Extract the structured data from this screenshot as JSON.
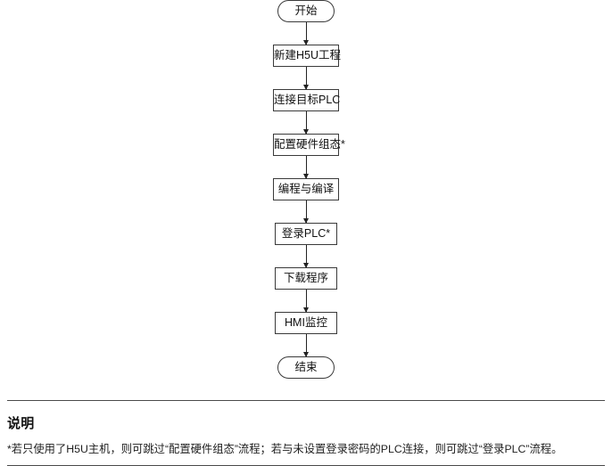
{
  "flowchart": {
    "type": "flowchart",
    "orientation": "vertical",
    "nodes": [
      {
        "id": "start",
        "shape": "terminal",
        "label": "开始"
      },
      {
        "id": "new-proj",
        "shape": "process",
        "label": "新建H5U工程"
      },
      {
        "id": "connect",
        "shape": "process",
        "label": "连接目标PLC"
      },
      {
        "id": "hw-config",
        "shape": "process",
        "label": "配置硬件组态*"
      },
      {
        "id": "program",
        "shape": "process",
        "label": "编程与编译"
      },
      {
        "id": "login",
        "shape": "process",
        "label": "登录PLC*"
      },
      {
        "id": "download",
        "shape": "process",
        "label": "下载程序"
      },
      {
        "id": "hmi",
        "shape": "process",
        "label": "HMI监控"
      },
      {
        "id": "end",
        "shape": "terminal",
        "label": "结束"
      }
    ],
    "edges": [
      {
        "from": "start",
        "to": "new-proj",
        "arrow": "down"
      },
      {
        "from": "new-proj",
        "to": "connect",
        "arrow": "down"
      },
      {
        "from": "connect",
        "to": "hw-config",
        "arrow": "down"
      },
      {
        "from": "hw-config",
        "to": "program",
        "arrow": "down"
      },
      {
        "from": "program",
        "to": "login",
        "arrow": "down"
      },
      {
        "from": "login",
        "to": "download",
        "arrow": "down"
      },
      {
        "from": "download",
        "to": "hmi",
        "arrow": "down"
      },
      {
        "from": "hmi",
        "to": "end",
        "arrow": "down"
      }
    ]
  },
  "note": {
    "heading": "说明",
    "body": "*若只使用了H5U主机，则可跳过“配置硬件组态”流程；若与未设置登录密码的PLC连接，则可跳过“登录PLC”流程。"
  },
  "colors": {
    "page_background": "#ffffff",
    "node_border": "#3a3a3a",
    "node_fill": "#ffffff",
    "text": "#121212",
    "connector": "#222222",
    "divider": "#4a4a4a"
  }
}
